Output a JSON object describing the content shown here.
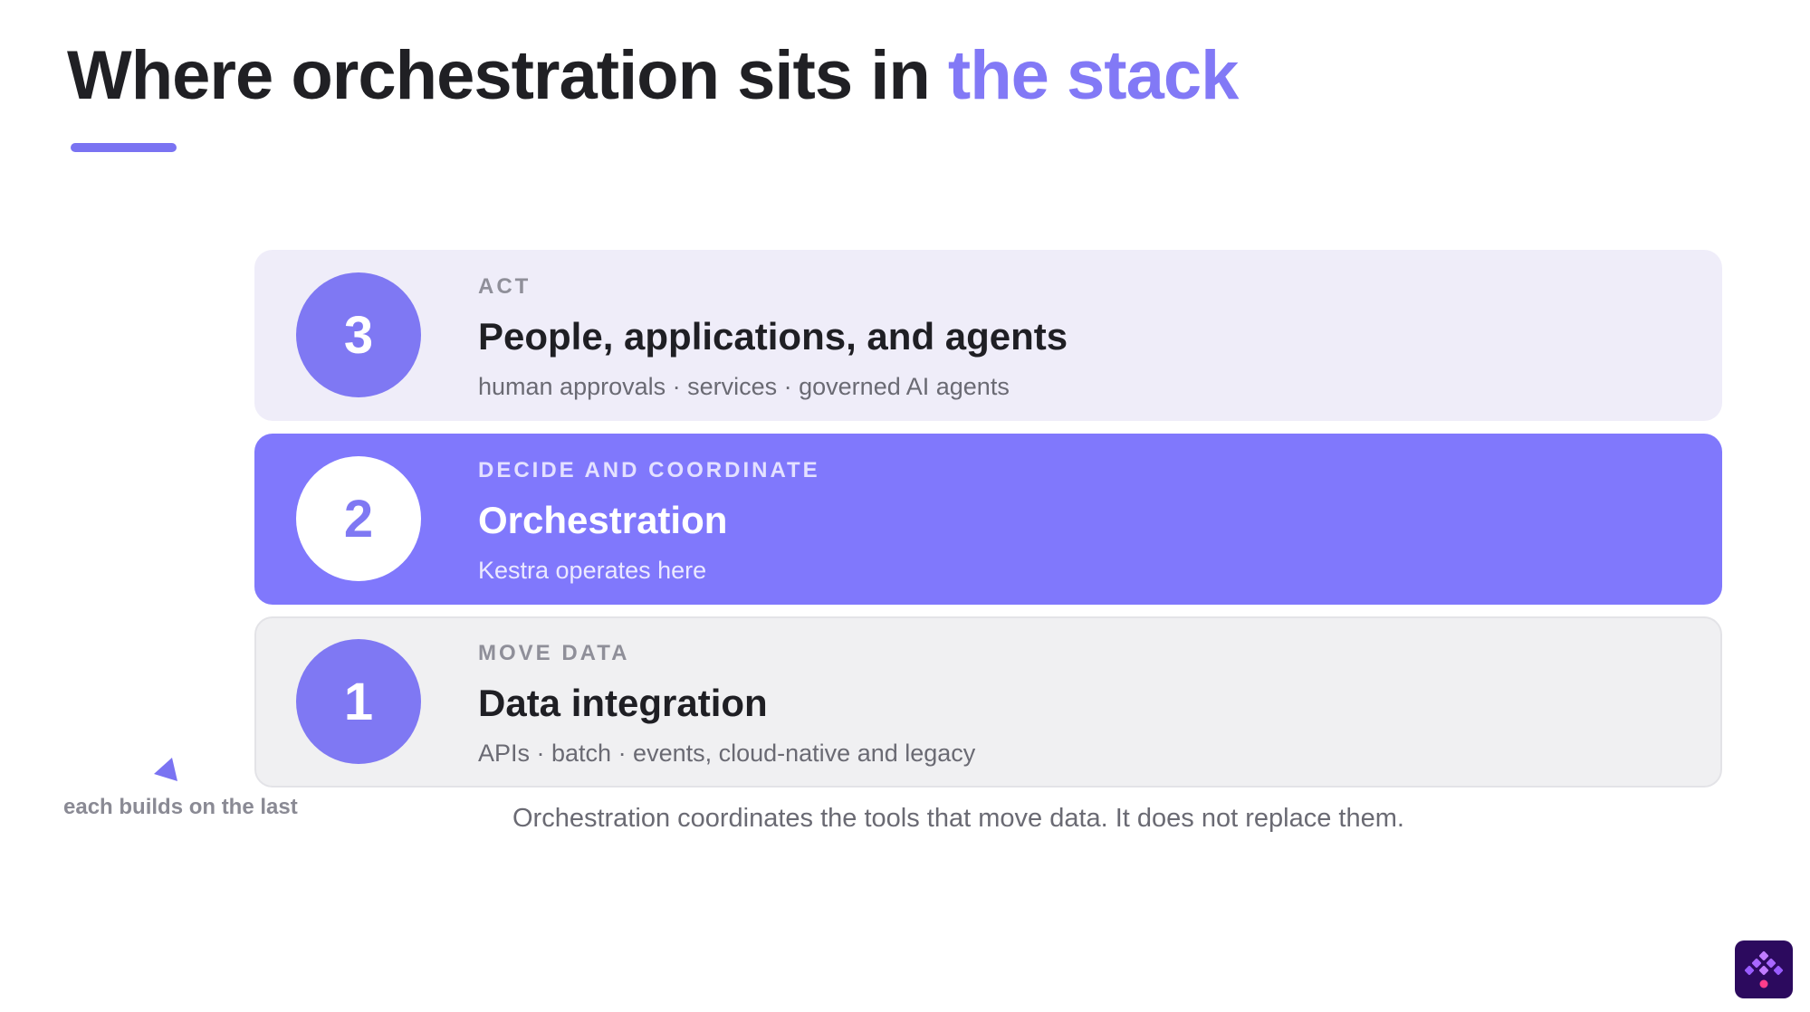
{
  "title": {
    "main": "Where orchestration sits in",
    "accent": "the stack"
  },
  "colors": {
    "accent": "#8279f6",
    "accent_strong": "#8078fc",
    "layer_act_bg": "#efedf9",
    "layer_move_bg": "#f0f0f2",
    "logo_bg": "#2c0a5e"
  },
  "layers": [
    {
      "number": "3",
      "kicker": "ACT",
      "heading": "People, applications, and agents",
      "sub": "human approvals · services · governed AI agents"
    },
    {
      "number": "2",
      "kicker": "DECIDE AND COORDINATE",
      "heading": "Orchestration",
      "sub": "Kestra operates here"
    },
    {
      "number": "1",
      "kicker": "MOVE DATA",
      "heading": "Data integration",
      "sub": "APIs · batch · events, cloud-native and legacy"
    }
  ],
  "side_note": "each builds on the last",
  "caption": "Orchestration coordinates the tools that move data. It does not replace them.",
  "icons": {
    "arrow": "triangle-up-arrow-icon",
    "logo": "kestra-logo-icon"
  }
}
